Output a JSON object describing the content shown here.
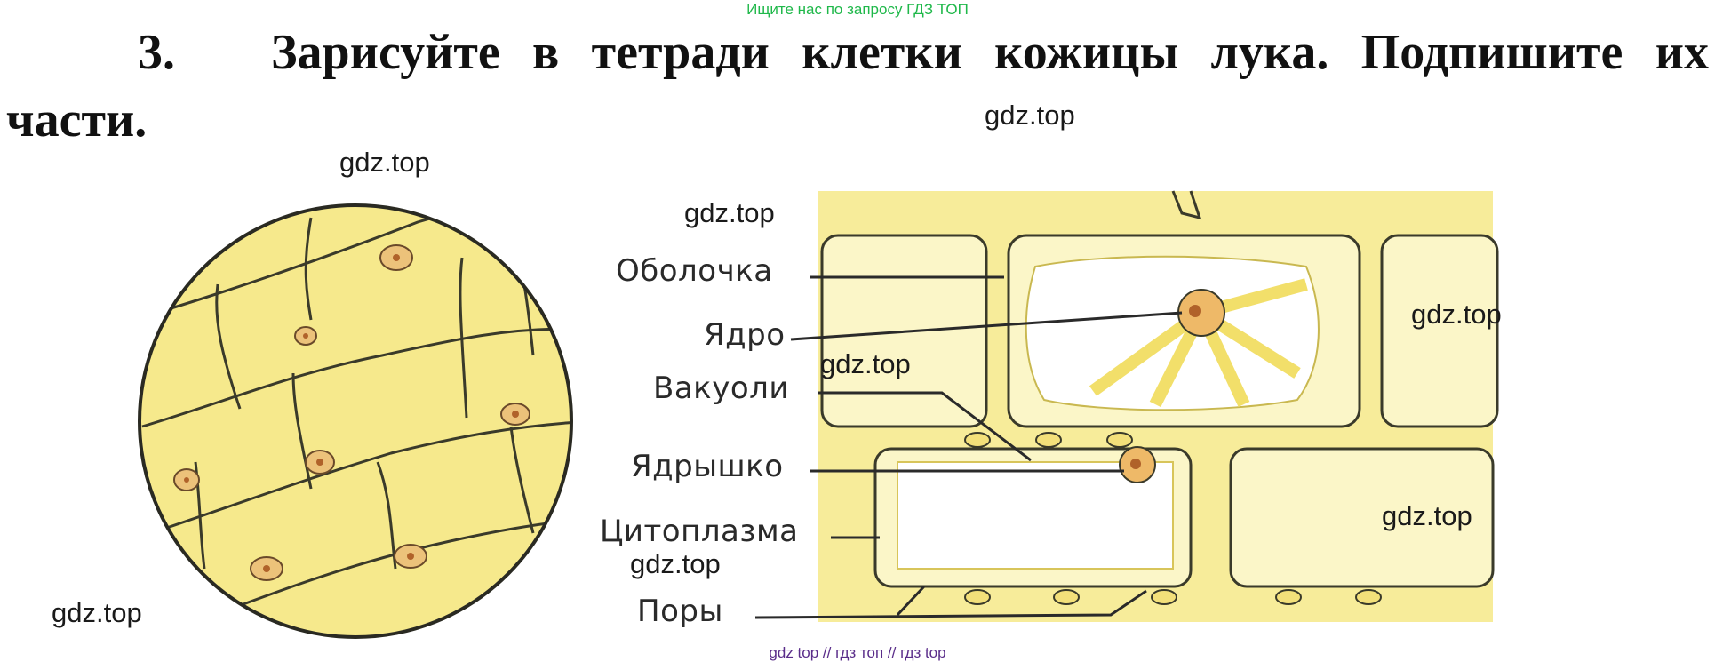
{
  "header": {
    "search_hint": "Ищите нас по запросу ГДЗ ТОП"
  },
  "task": {
    "number": "3.",
    "text_line1": "Зарисуйте в тетради клетки кожицы лука. Подпишите их",
    "text_line2": "части."
  },
  "figure": {
    "labels": {
      "membrane": "Оболочка",
      "nucleus": "Ядро",
      "vacuoles": "Вакуоли",
      "nucleolus": "Ядрышко",
      "cytoplasm": "Цитоплазма",
      "pores": "Поры"
    },
    "colors": {
      "cytoplasm_yellow": "#f5e680",
      "wall_fill": "#fbf5c8",
      "outline": "#3a3a2a",
      "nucleus_fill": "#e8b070",
      "nucleus_dot": "#b0622a"
    }
  },
  "watermarks": [
    "gdz.top",
    "gdz.top",
    "gdz.top",
    "gdz.top",
    "gdz.top",
    "gdz.top",
    "gdz.top",
    "gdz.top"
  ],
  "footer": {
    "text": "gdz top  //  гдз топ  //  гдз top"
  }
}
